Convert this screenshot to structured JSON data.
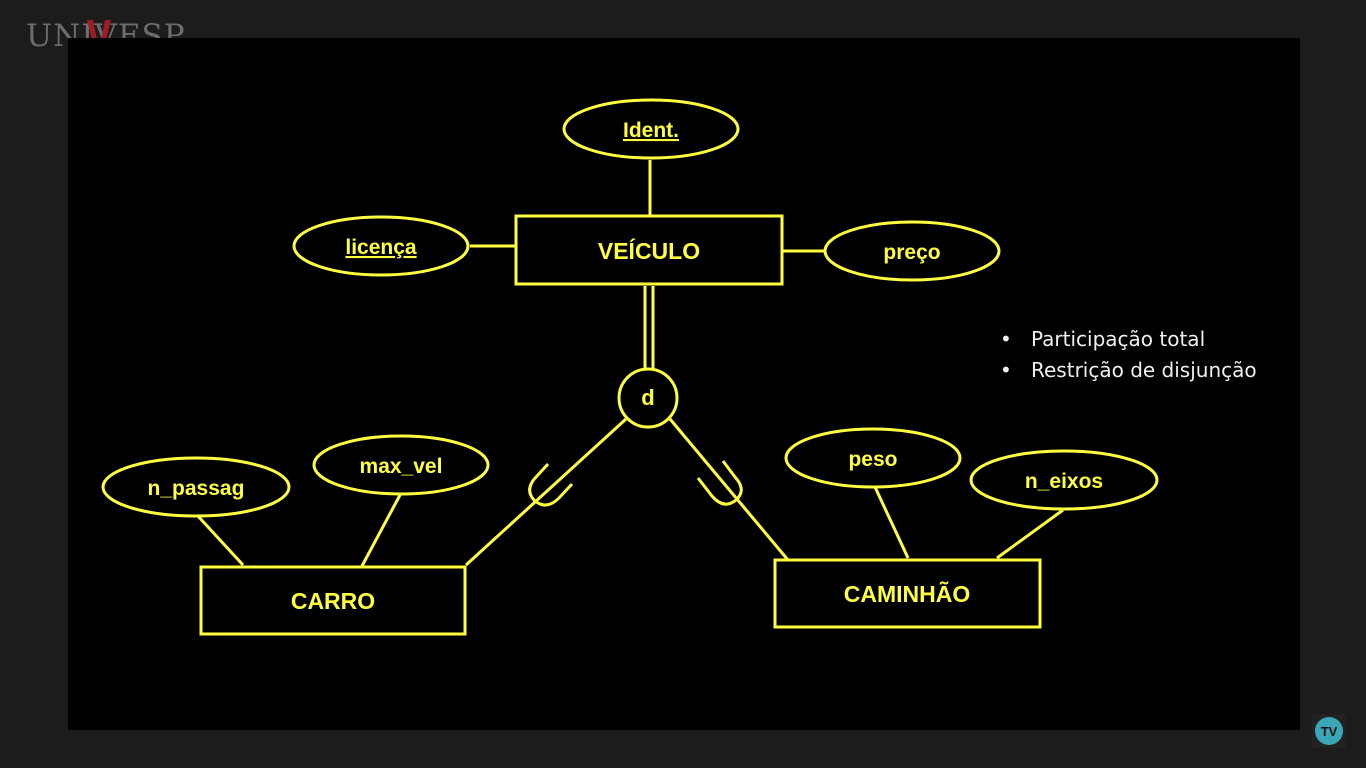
{
  "brand": {
    "name": "UNIVESP",
    "badge": "TV"
  },
  "colors": {
    "diagram": "#ffff40",
    "background": "#000000",
    "frame": "#1c1c1c",
    "logo_red": "#a01c24",
    "badge_teal": "#3aa7b7"
  },
  "diagram": {
    "superclass": {
      "label": "VEÍCULO"
    },
    "subclasses": [
      {
        "label": "CARRO"
      },
      {
        "label": "CAMINHÃO"
      }
    ],
    "specialization_symbol": "d",
    "attributes": {
      "ident": "Ident.",
      "licenca": "licença",
      "preco": "preço",
      "n_passag": "n_passag",
      "max_vel": "max_vel",
      "peso": "peso",
      "n_eixos": "n_eixos"
    }
  },
  "notes": [
    "Participação total",
    "Restrição de disjunção"
  ]
}
